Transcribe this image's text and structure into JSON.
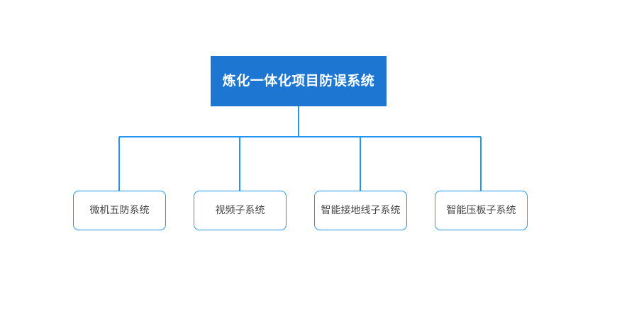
{
  "diagram": {
    "type": "organization-tree",
    "title_text": "炼化一体化项目防误系统",
    "background_color": "#ffffff",
    "root": {
      "label": "炼化一体化项目防误系统",
      "fill_color": "#1d76d1",
      "text_color": "#ffffff"
    },
    "children": [
      {
        "label": "微机五防系统"
      },
      {
        "label": "视频子系统"
      },
      {
        "label": "智能接地线子系统"
      },
      {
        "label": "智能压板子系统"
      }
    ],
    "connector": {
      "color": "#2196f3",
      "border_color": "#2196f3",
      "child_text_color": "#444444",
      "child_fill_color": "#ffffff"
    }
  }
}
